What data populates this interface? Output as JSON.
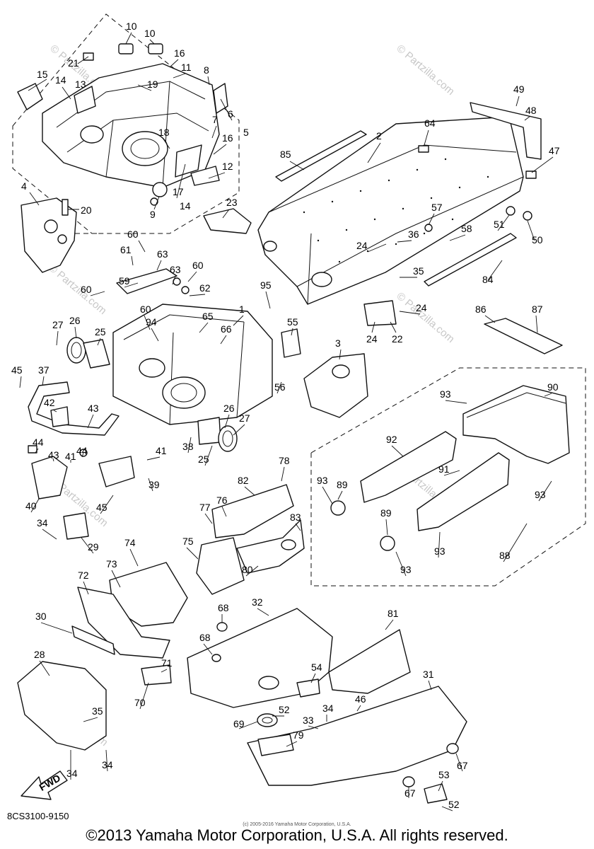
{
  "diagram": {
    "code": "8CS3100-9150",
    "copyright": "©2013 Yamaha Motor Corporation, U.S.A. All rights reserved.",
    "small_copyright": "(c) 2005-2016 Yamaha Motor Corporation, U.S.A.",
    "fwd_label": "FWD",
    "watermark": "© Partzilla.com",
    "watermark_alt": "© Partzilla.com",
    "callouts": [
      {
        "id": "10a",
        "label": "10"
      },
      {
        "id": "10b",
        "label": "10"
      },
      {
        "id": "21",
        "label": "21"
      },
      {
        "id": "16a",
        "label": "16"
      },
      {
        "id": "11",
        "label": "11"
      },
      {
        "id": "8",
        "label": "8"
      },
      {
        "id": "15",
        "label": "15"
      },
      {
        "id": "14a",
        "label": "14"
      },
      {
        "id": "13",
        "label": "13"
      },
      {
        "id": "19",
        "label": "19"
      },
      {
        "id": "6",
        "label": "6"
      },
      {
        "id": "18",
        "label": "18"
      },
      {
        "id": "7",
        "label": "7"
      },
      {
        "id": "16b",
        "label": "16"
      },
      {
        "id": "5",
        "label": "5"
      },
      {
        "id": "12",
        "label": "12"
      },
      {
        "id": "17",
        "label": "17"
      },
      {
        "id": "9",
        "label": "9"
      },
      {
        "id": "14b",
        "label": "14"
      },
      {
        "id": "4",
        "label": "4"
      },
      {
        "id": "20",
        "label": "20"
      },
      {
        "id": "23",
        "label": "23"
      },
      {
        "id": "49",
        "label": "49"
      },
      {
        "id": "48",
        "label": "48"
      },
      {
        "id": "64",
        "label": "64"
      },
      {
        "id": "2",
        "label": "2"
      },
      {
        "id": "85",
        "label": "85"
      },
      {
        "id": "47",
        "label": "47"
      },
      {
        "id": "57",
        "label": "57"
      },
      {
        "id": "51",
        "label": "51"
      },
      {
        "id": "50",
        "label": "50"
      },
      {
        "id": "58",
        "label": "58"
      },
      {
        "id": "36",
        "label": "36"
      },
      {
        "id": "24a",
        "label": "24"
      },
      {
        "id": "35a",
        "label": "35"
      },
      {
        "id": "84",
        "label": "84"
      },
      {
        "id": "24b",
        "label": "24"
      },
      {
        "id": "24c",
        "label": "24"
      },
      {
        "id": "22",
        "label": "22"
      },
      {
        "id": "60a",
        "label": "60"
      },
      {
        "id": "61",
        "label": "61"
      },
      {
        "id": "63a",
        "label": "63"
      },
      {
        "id": "63b",
        "label": "63"
      },
      {
        "id": "60b",
        "label": "60"
      },
      {
        "id": "59",
        "label": "59"
      },
      {
        "id": "62",
        "label": "62"
      },
      {
        "id": "60c",
        "label": "60"
      },
      {
        "id": "60d",
        "label": "60"
      },
      {
        "id": "95",
        "label": "95"
      },
      {
        "id": "1",
        "label": "1"
      },
      {
        "id": "65",
        "label": "65"
      },
      {
        "id": "94",
        "label": "94"
      },
      {
        "id": "66",
        "label": "66"
      },
      {
        "id": "27a",
        "label": "27"
      },
      {
        "id": "26a",
        "label": "26"
      },
      {
        "id": "25a",
        "label": "25"
      },
      {
        "id": "55",
        "label": "55"
      },
      {
        "id": "3",
        "label": "3"
      },
      {
        "id": "56",
        "label": "56"
      },
      {
        "id": "86",
        "label": "86"
      },
      {
        "id": "87",
        "label": "87"
      },
      {
        "id": "45a",
        "label": "45"
      },
      {
        "id": "37",
        "label": "37"
      },
      {
        "id": "42",
        "label": "42"
      },
      {
        "id": "43a",
        "label": "43"
      },
      {
        "id": "26b",
        "label": "26"
      },
      {
        "id": "27b",
        "label": "27"
      },
      {
        "id": "38",
        "label": "38"
      },
      {
        "id": "25b",
        "label": "25"
      },
      {
        "id": "93a",
        "label": "93"
      },
      {
        "id": "90",
        "label": "90"
      },
      {
        "id": "44a",
        "label": "44"
      },
      {
        "id": "44b",
        "label": "44"
      },
      {
        "id": "43b",
        "label": "43"
      },
      {
        "id": "41a",
        "label": "41"
      },
      {
        "id": "41b",
        "label": "41"
      },
      {
        "id": "39",
        "label": "39"
      },
      {
        "id": "40",
        "label": "40"
      },
      {
        "id": "45b",
        "label": "45"
      },
      {
        "id": "92",
        "label": "92"
      },
      {
        "id": "93b",
        "label": "93"
      },
      {
        "id": "82",
        "label": "82"
      },
      {
        "id": "78",
        "label": "78"
      },
      {
        "id": "89a",
        "label": "89"
      },
      {
        "id": "93c",
        "label": "93"
      },
      {
        "id": "91",
        "label": "91"
      },
      {
        "id": "34a",
        "label": "34"
      },
      {
        "id": "77",
        "label": "77"
      },
      {
        "id": "76",
        "label": "76"
      },
      {
        "id": "83",
        "label": "83"
      },
      {
        "id": "89b",
        "label": "89"
      },
      {
        "id": "29",
        "label": "29"
      },
      {
        "id": "75",
        "label": "75"
      },
      {
        "id": "80",
        "label": "80"
      },
      {
        "id": "93d",
        "label": "93"
      },
      {
        "id": "93e",
        "label": "93"
      },
      {
        "id": "88",
        "label": "88"
      },
      {
        "id": "74",
        "label": "74"
      },
      {
        "id": "73",
        "label": "73"
      },
      {
        "id": "72",
        "label": "72"
      },
      {
        "id": "68a",
        "label": "68"
      },
      {
        "id": "32",
        "label": "32"
      },
      {
        "id": "30",
        "label": "30"
      },
      {
        "id": "81",
        "label": "81"
      },
      {
        "id": "68b",
        "label": "68"
      },
      {
        "id": "28",
        "label": "28"
      },
      {
        "id": "71",
        "label": "71"
      },
      {
        "id": "54",
        "label": "54"
      },
      {
        "id": "31",
        "label": "31"
      },
      {
        "id": "70",
        "label": "70"
      },
      {
        "id": "35b",
        "label": "35"
      },
      {
        "id": "52a",
        "label": "52"
      },
      {
        "id": "34b",
        "label": "34"
      },
      {
        "id": "46",
        "label": "46"
      },
      {
        "id": "33",
        "label": "33"
      },
      {
        "id": "69",
        "label": "69"
      },
      {
        "id": "79",
        "label": "79"
      },
      {
        "id": "67a",
        "label": "67"
      },
      {
        "id": "34c",
        "label": "34"
      },
      {
        "id": "34d",
        "label": "34"
      },
      {
        "id": "67b",
        "label": "67"
      },
      {
        "id": "53",
        "label": "53"
      },
      {
        "id": "52b",
        "label": "52"
      }
    ]
  }
}
